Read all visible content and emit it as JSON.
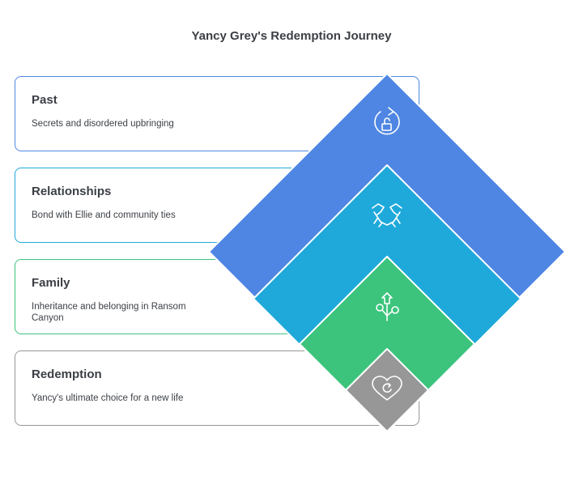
{
  "title": "Yancy Grey's Redemption Journey",
  "stages": [
    {
      "label": "Past",
      "description": "Secrets and disordered upbringing",
      "color": "#4f86e3",
      "icon": "unlock-refresh-icon"
    },
    {
      "label": "Relationships",
      "description": "Bond with Ellie and community ties",
      "color": "#1fa9db",
      "icon": "handshake-icon"
    },
    {
      "label": "Family",
      "description": "Inheritance and belonging in Ransom Canyon",
      "color": "#3cc47d",
      "icon": "family-tree-icon"
    },
    {
      "label": "Redemption",
      "description": "Yancy's ultimate choice for a new life",
      "color": "#979797",
      "icon": "heart-refresh-icon"
    }
  ]
}
